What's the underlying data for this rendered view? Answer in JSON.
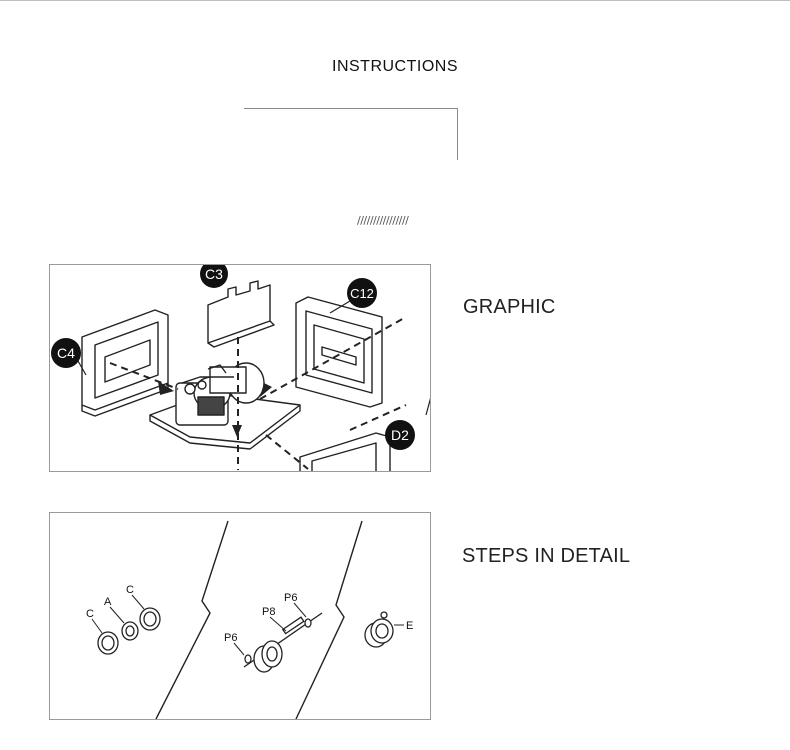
{
  "header": {
    "title": "INSTRUCTIONS",
    "hatch": "////////////////"
  },
  "sections": [
    {
      "heading": "GRAPHIC",
      "callouts": [
        "C3",
        "C12",
        "C4",
        "D2"
      ]
    },
    {
      "heading": "STEPS IN DETAIL",
      "labels": [
        "C",
        "A",
        "C",
        "P8",
        "P6",
        "P6",
        "E"
      ]
    }
  ]
}
